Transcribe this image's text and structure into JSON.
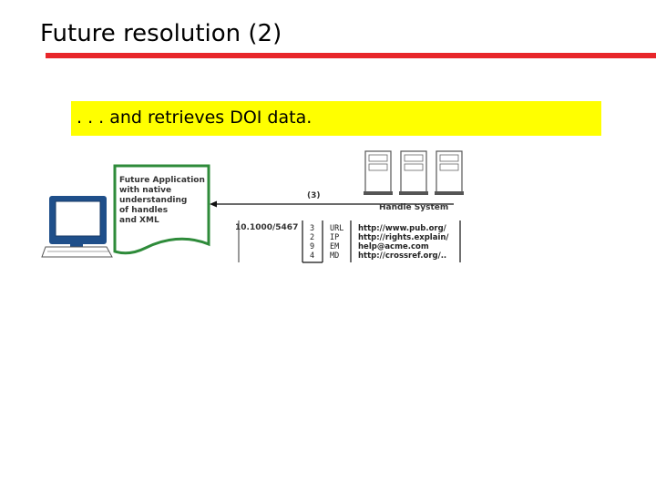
{
  "slide": {
    "title": "Future resolution (2)",
    "banner": ". . . and retrieves DOI data.",
    "colors": {
      "title_rule": "#e8262a",
      "banner": "#ffff00",
      "document_border": "#2e8b3a",
      "monitor": "#1f4f8a"
    }
  },
  "diagram": {
    "application_lines": [
      "Future Application",
      "with native",
      "understanding",
      "of handles",
      "and XML"
    ],
    "arrow_label": "(3)",
    "system_label": "Handle System",
    "handle": "10.1000/5467",
    "records": [
      {
        "index": "3",
        "type": "URL",
        "data": "http://www.pub.org/"
      },
      {
        "index": "2",
        "type": "IP",
        "data": "http://rights.explain/"
      },
      {
        "index": "9",
        "type": "EM",
        "data": "help@acme.com"
      },
      {
        "index": "4",
        "type": "MD",
        "data": "http://crossref.org/.."
      }
    ],
    "icons": [
      "computer-icon",
      "document-icon",
      "server-icon",
      "server-icon",
      "server-icon"
    ]
  }
}
